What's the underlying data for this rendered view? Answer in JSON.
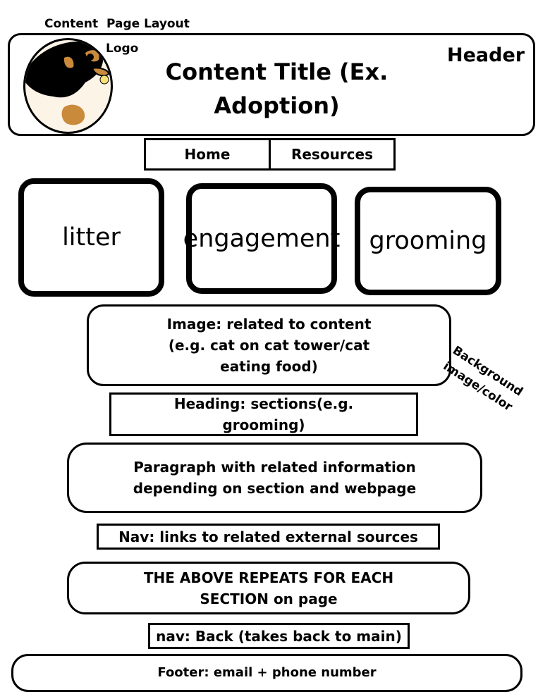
{
  "caption": "Content  Page Layout",
  "header": {
    "label": "Header",
    "logo_label": "Logo",
    "title": "Content Title (Ex. Adoption)"
  },
  "top_nav": {
    "home": "Home",
    "resources": "Resources"
  },
  "tiles": [
    "litter",
    "engagement",
    "grooming"
  ],
  "image_box": "Image: related to content (e.g. cat on cat tower/cat eating food)",
  "background_note": "Background\nimage/color",
  "heading_box": "Heading: sections(e.g. grooming)",
  "paragraph_box": "Paragraph with related information depending on section and webpage",
  "external_nav": "Nav: links to related external sources",
  "repeat_note": "THE ABOVE REPEATS FOR EACH SECTION on page",
  "back_nav": "nav: Back (takes back to main)",
  "footer": "Footer: email + phone number",
  "colors": {
    "cat_orange": "#c98a3c",
    "cat_black": "#000000",
    "cat_cream": "#fdf4e8"
  }
}
